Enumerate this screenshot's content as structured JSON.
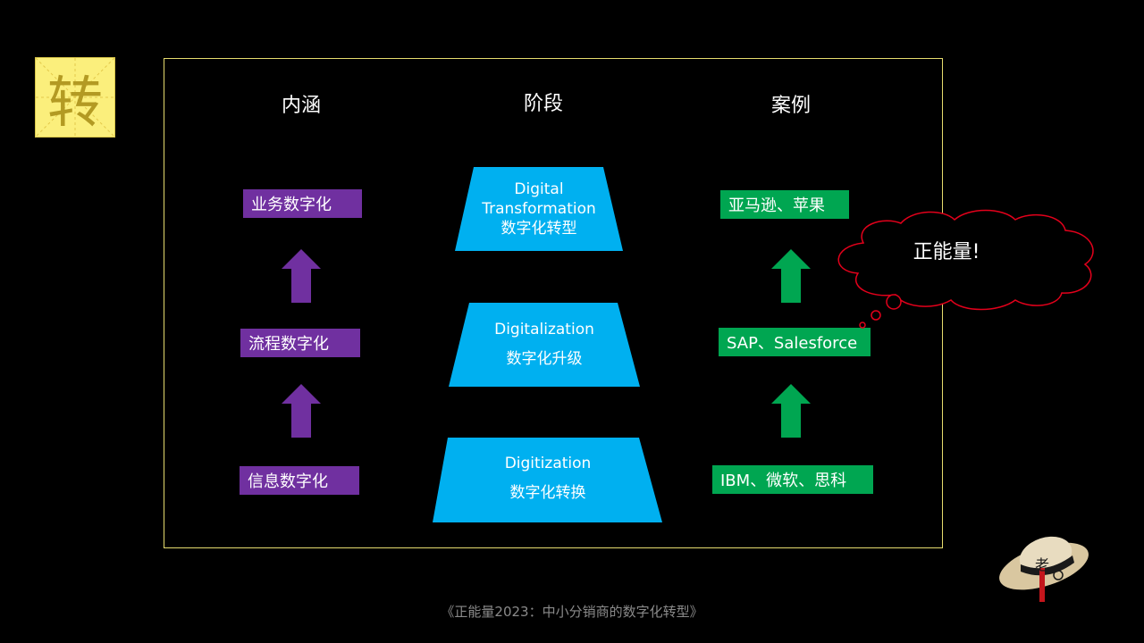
{
  "logo": {
    "character": "转"
  },
  "columns": {
    "left_title": "内涵",
    "middle_title": "阶段",
    "right_title": "案例"
  },
  "left_items": [
    "业务数字化",
    "流程数字化",
    "信息数字化"
  ],
  "stages": [
    {
      "en_line1": "Digital",
      "en_line2": "Transformation",
      "zh": "数字化转型"
    },
    {
      "en": "Digitalization",
      "zh": "数字化升级"
    },
    {
      "en": "Digitization",
      "zh": "数字化转换"
    }
  ],
  "right_items": [
    "亚马逊、苹果",
    "SAP、Salesforce",
    "IBM、微软、思科"
  ],
  "callout": {
    "text": "正能量!"
  },
  "footer": {
    "text": "《正能量2023：中小分销商的数字化转型》"
  },
  "hat": {
    "brand_text": "老"
  },
  "colors": {
    "purple": "#7030a0",
    "blue": "#00b0f0",
    "green": "#00a651",
    "frame": "#e6dc6e",
    "logo_bg": "#fbef7c"
  }
}
